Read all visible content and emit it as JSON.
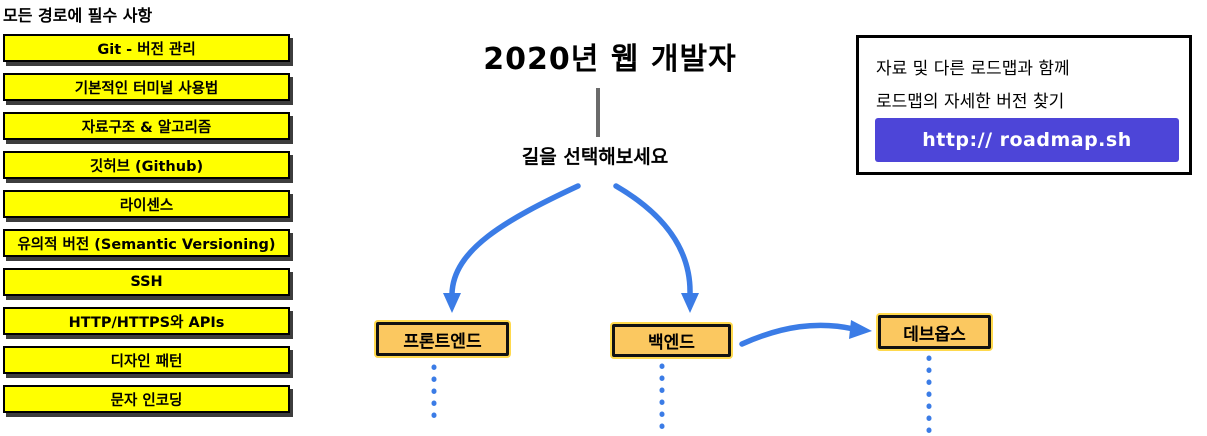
{
  "left_panel": {
    "header": "모든 경로에 필수 사항",
    "items": [
      "Git - 버전 관리",
      "기본적인 터미널 사용법",
      "자료구조 & 알고리즘",
      "깃허브 (Github)",
      "라이센스",
      "유의적 버전 (Semantic Versioning)",
      "SSH",
      "HTTP/HTTPS와 APIs",
      "디자인 패턴",
      "문자 인코딩"
    ]
  },
  "title": "2020년 웹 개발자",
  "subtitle": "길을 선택해보세요",
  "paths": [
    {
      "label": "프론트엔드"
    },
    {
      "label": "백엔드"
    },
    {
      "label": "데브옵스"
    }
  ],
  "info_box": {
    "line1": "자료 및 다른 로드맵과 함께",
    "line2": "로드맵의 자세한 버전 찾기",
    "button_label": "http:// roadmap.sh"
  },
  "colors": {
    "topic_fill": "#ffff00",
    "node_fill": "#fbc860",
    "arrow_blue": "#3b7ce6",
    "button_purple": "#4d45d8"
  }
}
